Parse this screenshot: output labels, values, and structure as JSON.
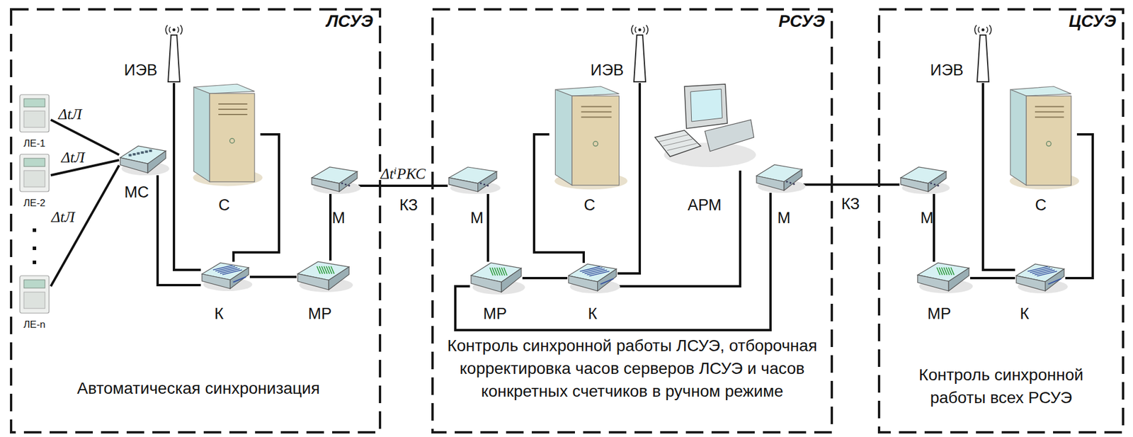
{
  "diagram": {
    "nodes": [
      {
        "text": [
          "ЛСУЭ",
          "Автоматическая синхронизация"
        ]
      },
      {
        "text": [
          "ЛЕ-1"
        ],
        "in": 0
      },
      {
        "text": [
          "ЛЕ-2"
        ],
        "in": 0
      },
      {
        "text": [
          "ЛЕ-n"
        ],
        "in": 0
      },
      {
        "text": [
          "МС"
        ],
        "in": 0
      },
      {
        "text": [
          "ИЭВ"
        ],
        "in": 0
      },
      {
        "text": [
          "С"
        ],
        "in": 0
      },
      {
        "text": [
          "М"
        ],
        "in": 0
      },
      {
        "text": [
          "К"
        ],
        "in": 0
      },
      {
        "text": [
          "МР"
        ],
        "in": 0
      },
      {
        "text": [
          "РСУЭ",
          "Контроль синхронной работы ЛСУЭ, отборочная корректировка часов серверов ЛСУЭ и часов конкретных счетчиков в ручном режиме"
        ]
      },
      {
        "text": [
          "ИЭВ"
        ],
        "in": 10
      },
      {
        "text": [
          "М"
        ],
        "in": 10
      },
      {
        "text": [
          "С"
        ],
        "in": 10
      },
      {
        "text": [
          "АРМ"
        ],
        "in": 10
      },
      {
        "text": [
          "М"
        ],
        "in": 10
      },
      {
        "text": [
          "МР"
        ],
        "in": 10
      },
      {
        "text": [
          "К"
        ],
        "in": 10
      },
      {
        "text": [
          "ЦСУЭ",
          "Контроль синхронной работы всех РСУЭ"
        ]
      },
      {
        "text": [
          "ИЭВ"
        ],
        "in": 18
      },
      {
        "text": [
          "М"
        ],
        "in": 18
      },
      {
        "text": [
          "С"
        ],
        "in": 18
      },
      {
        "text": [
          "МР"
        ],
        "in": 18
      },
      {
        "text": [
          "К"
        ],
        "in": 18
      }
    ],
    "edges": [
      {
        "from": 1,
        "to": 4,
        "label": "ΔtЛ",
        "arrow": "none"
      },
      {
        "from": 2,
        "to": 4,
        "label": "ΔtЛ",
        "arrow": "none"
      },
      {
        "from": 3,
        "to": 4,
        "label": "ΔtЛ",
        "arrow": "none"
      },
      {
        "from": 4,
        "to": 8,
        "arrow": "none"
      },
      {
        "from": 5,
        "to": 8,
        "arrow": "none"
      },
      {
        "from": 6,
        "to": 8,
        "arrow": "none"
      },
      {
        "from": 8,
        "to": 9,
        "arrow": "none"
      },
      {
        "from": 9,
        "to": 7,
        "arrow": "none"
      },
      {
        "from": 7,
        "to": 12,
        "label": "ΔtⁱРКС",
        "arrow": "none"
      },
      {
        "from": 12,
        "to": 16,
        "arrow": "none"
      },
      {
        "from": 16,
        "to": 17,
        "arrow": "none"
      },
      {
        "from": 11,
        "to": 17,
        "arrow": "none"
      },
      {
        "from": 13,
        "to": 17,
        "arrow": "none"
      },
      {
        "from": 14,
        "to": 17,
        "arrow": "none"
      },
      {
        "from": 16,
        "to": 15,
        "arrow": "none"
      },
      {
        "from": 15,
        "to": 20,
        "label": "КЗ",
        "arrow": "none"
      },
      {
        "from": 20,
        "to": 22,
        "arrow": "none"
      },
      {
        "from": 22,
        "to": 23,
        "arrow": "none"
      },
      {
        "from": 19,
        "to": 23,
        "arrow": "none"
      },
      {
        "from": 21,
        "to": 23,
        "arrow": "none"
      }
    ],
    "labels": [
      "КЗ"
    ]
  }
}
